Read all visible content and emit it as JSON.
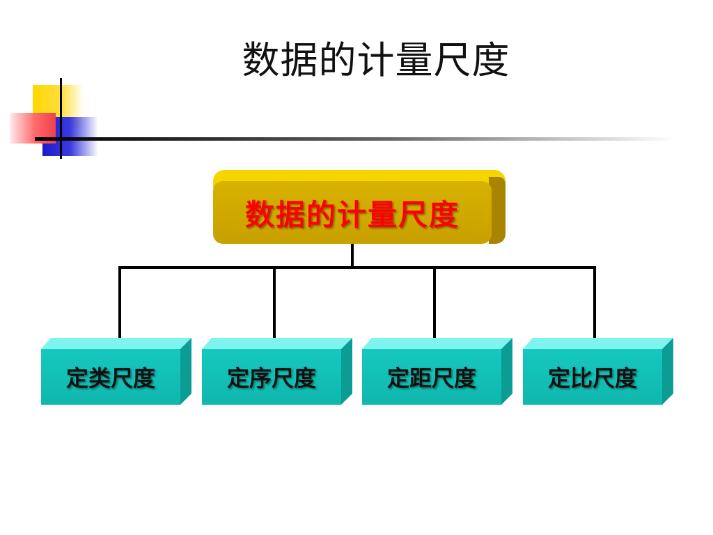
{
  "slide": {
    "title": "数据的计量尺度"
  },
  "diagram": {
    "root": {
      "label": "数据的计量尺度",
      "color": "#ff0000",
      "fill": "#d8b200"
    },
    "children": [
      {
        "label": "定类尺度"
      },
      {
        "label": "定序尺度"
      },
      {
        "label": "定距尺度"
      },
      {
        "label": "定比尺度"
      }
    ],
    "child_fill": "#15c8be"
  }
}
